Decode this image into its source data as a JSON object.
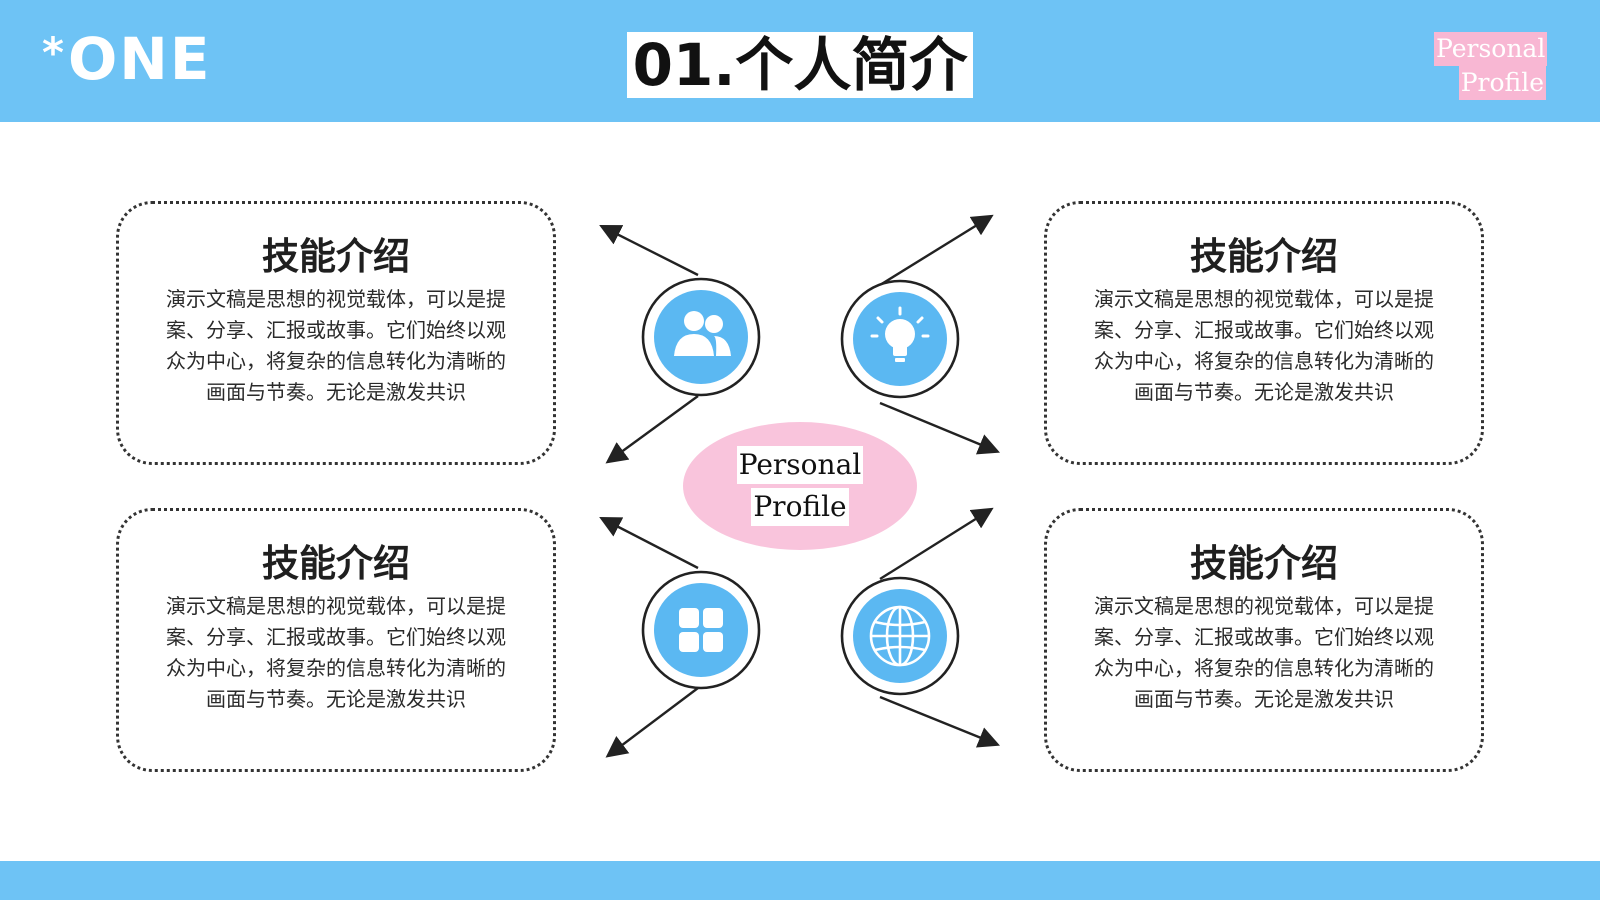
{
  "header": {
    "logo_star": "*",
    "logo_text": "ONE",
    "title": "01.个人简介",
    "tag_line1": "Personal",
    "tag_line2": "Profile"
  },
  "center": {
    "line1": "Personal",
    "line2": "Profile"
  },
  "cards": [
    {
      "title": "技能介绍",
      "body": "演示文稿是思想的视觉载体，可以是提案、分享、汇报或故事。它们始终以观众为中心，将复杂的信息转化为清晰的画面与节奏。无论是激发共识"
    },
    {
      "title": "技能介绍",
      "body": "演示文稿是思想的视觉载体，可以是提案、分享、汇报或故事。它们始终以观众为中心，将复杂的信息转化为清晰的画面与节奏。无论是激发共识"
    },
    {
      "title": "技能介绍",
      "body": "演示文稿是思想的视觉载体，可以是提案、分享、汇报或故事。它们始终以观众为中心，将复杂的信息转化为清晰的画面与节奏。无论是激发共识"
    },
    {
      "title": "技能介绍",
      "body": "演示文稿是思想的视觉载体，可以是提案、分享、汇报或故事。它们始终以观众为中心，将复杂的信息转化为清晰的画面与节奏。无论是激发共识"
    }
  ],
  "icons": [
    "users-icon",
    "lightbulb-icon",
    "apps-grid-icon",
    "globe-icon"
  ],
  "colors": {
    "band_blue": "#6ec3f5",
    "icon_blue": "#5bb8f2",
    "accent_pink": "#f8b7d3",
    "ellipse_pink": "#f9c4dc"
  }
}
